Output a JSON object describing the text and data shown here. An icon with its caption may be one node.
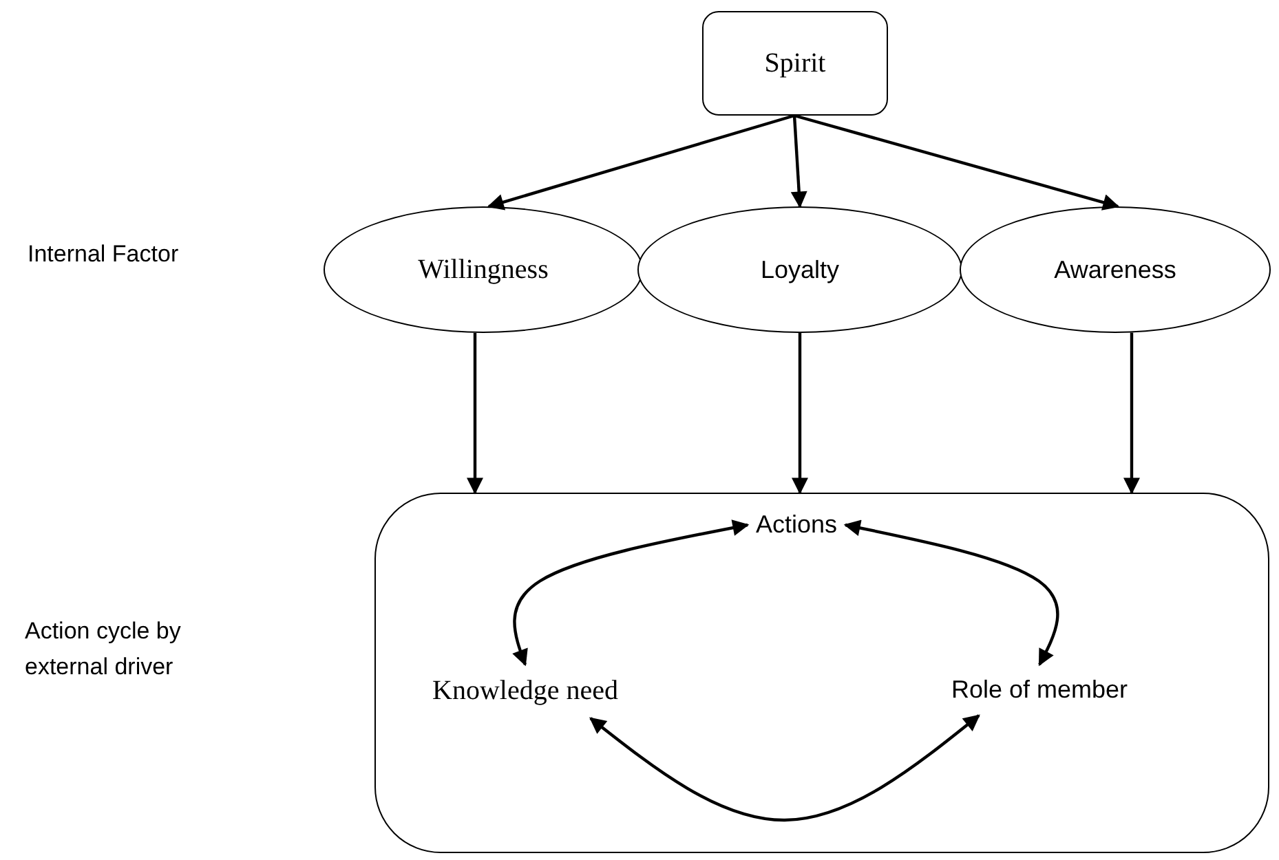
{
  "diagram": {
    "nodes": [
      {
        "text": [
          "Spirit"
        ]
      },
      {
        "text": [
          "Willingness"
        ]
      },
      {
        "text": [
          "Loyalty"
        ]
      },
      {
        "text": [
          "Awareness"
        ]
      },
      {
        "text": [],
        "shape": "box"
      },
      {
        "text": [
          "Actions"
        ],
        "in": 4
      },
      {
        "text": [
          "Knowledge need"
        ],
        "in": 4
      },
      {
        "text": [
          "Role of member"
        ],
        "in": 4
      }
    ],
    "edges": [
      {
        "from": 0,
        "to": 1,
        "arrow": "to"
      },
      {
        "from": 0,
        "to": 2,
        "arrow": "to"
      },
      {
        "from": 0,
        "to": 3,
        "arrow": "to"
      },
      {
        "from": 1,
        "to": 4,
        "arrow": "to"
      },
      {
        "from": 2,
        "to": 4,
        "arrow": "to"
      },
      {
        "from": 3,
        "to": 4,
        "arrow": "to"
      },
      {
        "from": 5,
        "to": 6,
        "arrow": "both"
      },
      {
        "from": 5,
        "to": 7,
        "arrow": "both"
      },
      {
        "from": 6,
        "to": 7,
        "arrow": "both"
      }
    ],
    "labels": [
      "Internal Factor",
      "Action cycle by external driver"
    ]
  }
}
